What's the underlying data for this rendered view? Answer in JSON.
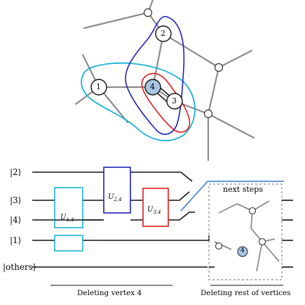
{
  "colors": {
    "graph_edge": "#8c8c8c",
    "region_cyan": "#1ab2d6",
    "region_blue": "#1f1fbf",
    "region_red": "#e01818",
    "node_fill_highlight": "#a7c4e2",
    "wire_blue": "#4f8fd6",
    "dashed_box": "#888888"
  },
  "graph": {
    "nodes": [
      {
        "id": "1",
        "label": "1"
      },
      {
        "id": "2",
        "label": "2"
      },
      {
        "id": "3",
        "label": "3"
      },
      {
        "id": "4",
        "label": "4",
        "highlighted": true
      }
    ]
  },
  "circuit": {
    "wires": [
      "|2⟩",
      "|3⟩",
      "|4⟩",
      "|1⟩",
      "|others⟩"
    ],
    "gates": [
      {
        "label_base": "U",
        "label_sub": "1,4",
        "color": "cyan"
      },
      {
        "label_base": "U",
        "label_sub": "2,4",
        "color": "blue"
      },
      {
        "label_base": "U",
        "label_sub": "3,4",
        "color": "red"
      }
    ],
    "next_steps_label": "next steps",
    "mini_graph_node_label": "4"
  },
  "captions": {
    "left": "Deleting vertex 4",
    "right": "Deleting rest of vertices"
  }
}
